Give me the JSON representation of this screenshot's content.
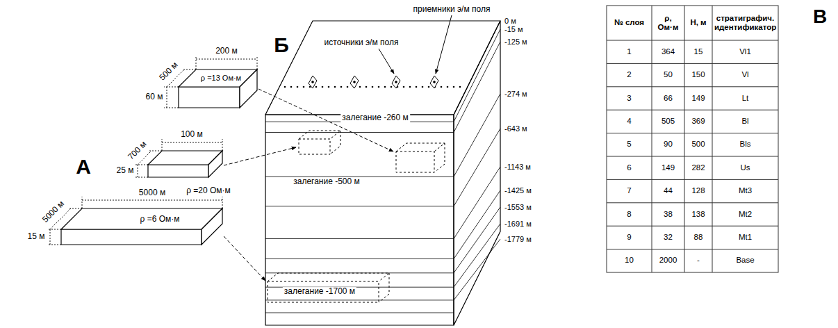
{
  "diagram": {
    "labels": [
      "200 м",
      "500 м",
      "60 м",
      "ρ =13 Ом·м",
      "700 м",
      "100 м",
      "25 м",
      "ρ =20 Ом·м",
      "А",
      "5000 м",
      "5000 м",
      "15 м",
      "ρ =6 Ом·м",
      "Б",
      "источники э/м поля",
      "приемники э/м поля",
      "залегание -260 м",
      "залегание -500 м",
      "залегание -1700 м",
      "0 м",
      "-15 м",
      "-125 м",
      "-274 м",
      "-643 м",
      "-1143 м",
      "-1425 м",
      "-1553 м",
      "-1691 м",
      "-1779 м",
      "В",
      "№ слоя",
      "ρ, Ом·м",
      "H, м",
      "стратиграфич. идентификатор",
      "1",
      "364",
      "15",
      "Vl1",
      "2",
      "50",
      "150",
      "Vl",
      "3",
      "66",
      "149",
      "Lt",
      "4",
      "505",
      "369",
      "Bl",
      "5",
      "90",
      "500",
      "Bls",
      "6",
      "149",
      "282",
      "Us",
      "7",
      "44",
      "128",
      "Mt3",
      "8",
      "38",
      "138",
      "Mt2",
      "9",
      "32",
      "88",
      "Mt1",
      "10",
      "2000",
      "-",
      "Base"
    ]
  }
}
